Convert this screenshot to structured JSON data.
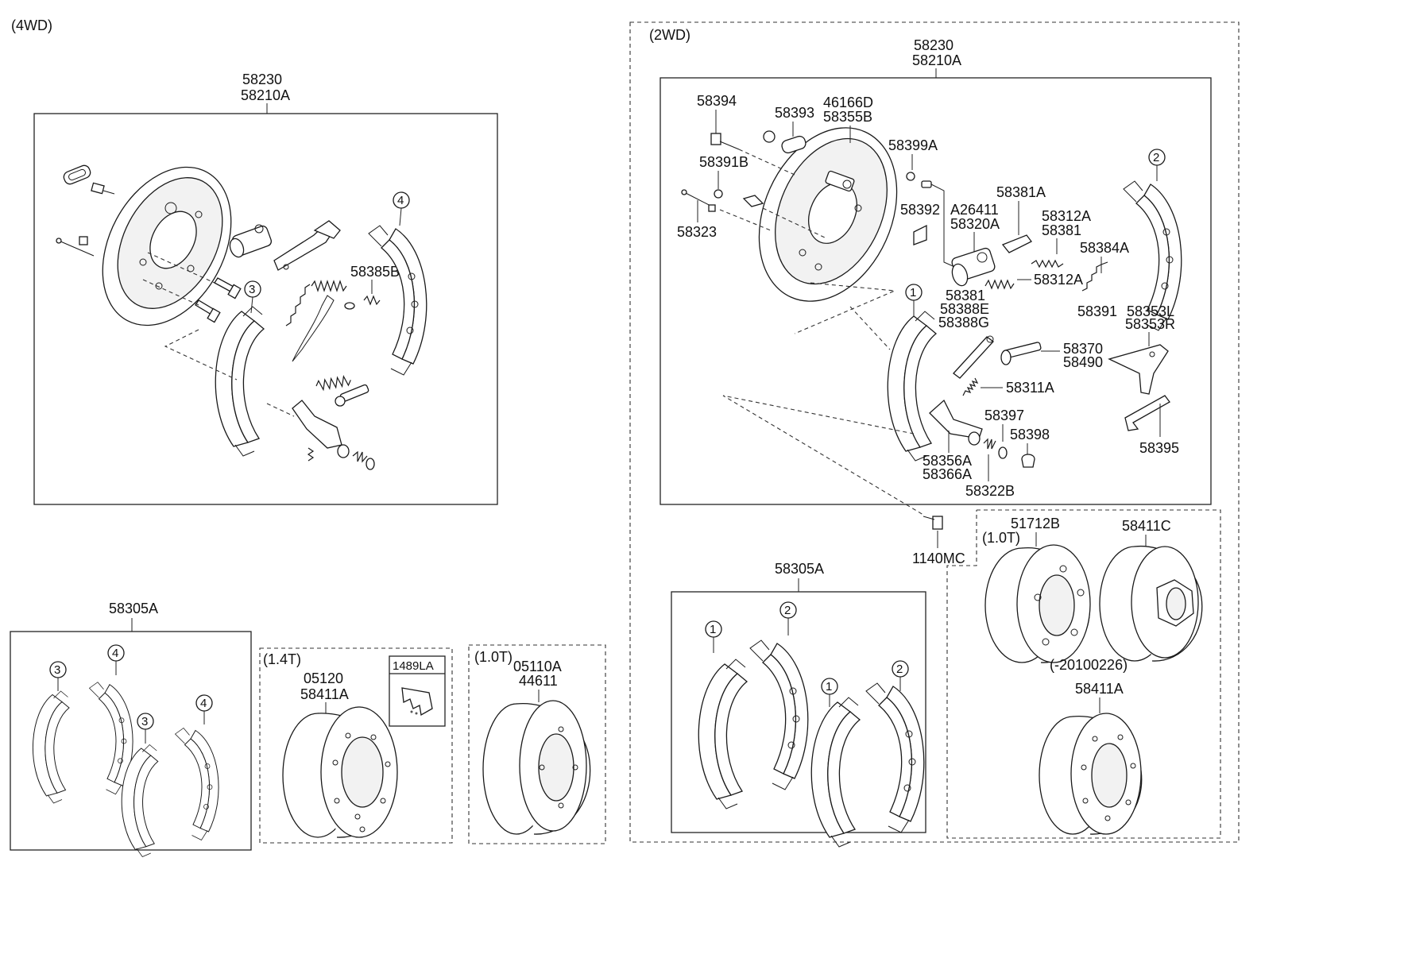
{
  "left": {
    "title": "(4WD)",
    "assembly": {
      "line1": "58230",
      "line2": "58210A"
    },
    "labels": {
      "adjuster_spring": "58385B"
    },
    "callouts": {
      "rear_shoe": "4",
      "front_shoe": "3"
    },
    "kit": {
      "title": "58305A",
      "callouts": [
        "3",
        "4",
        "3",
        "4"
      ]
    },
    "drum_14t": {
      "title": "(1.4T)",
      "line1": "05120",
      "line2": "58411A",
      "clip_label": "1489LA"
    },
    "drum_10t": {
      "title": "(1.0T)",
      "line1": "05110A",
      "line2": "44611"
    }
  },
  "right": {
    "title": "(2WD)",
    "assembly": {
      "line1": "58230",
      "line2": "58210A"
    },
    "labels": {
      "bleeder_bolt": "58394",
      "plug": "58393",
      "plate_line1": "46166D",
      "plate_line2": "58355B",
      "bleeder_cap": "58399A",
      "pin_retainer": "58391B",
      "pin": "58323",
      "adjuster_lever": "58381A",
      "shim": "58392",
      "cylinder_line1": "A26411",
      "cylinder_line2": "58320A",
      "spring_line1": "58312A",
      "spring_line2": "58381",
      "return_spring": "58384A",
      "upper_spring": "58312A",
      "group_line1": "58381",
      "group_line2": "58388E",
      "group_line3": "58388G",
      "clip": "58391",
      "park_lever_line1": "58353L",
      "park_lever_line2": "58353R",
      "strut_line1": "58370",
      "strut_line2": "58490",
      "lower_spring": "58311A",
      "washer": "58397",
      "cap": "58398",
      "hold_down_line1": "58356A",
      "hold_down_line2": "58366A",
      "hold_spring": "58322B",
      "strut_bar": "58395",
      "bolt": "1140MC"
    },
    "callouts": {
      "front_shoe": "1",
      "rear_shoe": "2"
    },
    "kit": {
      "title": "58305A",
      "callouts": [
        "1",
        "2",
        "1",
        "2"
      ]
    },
    "drum": {
      "title": "(1.0T)",
      "drum_a": "51712B",
      "drum_b": "58411C",
      "date_note": "(-20100226)",
      "drum_c": "58411A"
    }
  }
}
